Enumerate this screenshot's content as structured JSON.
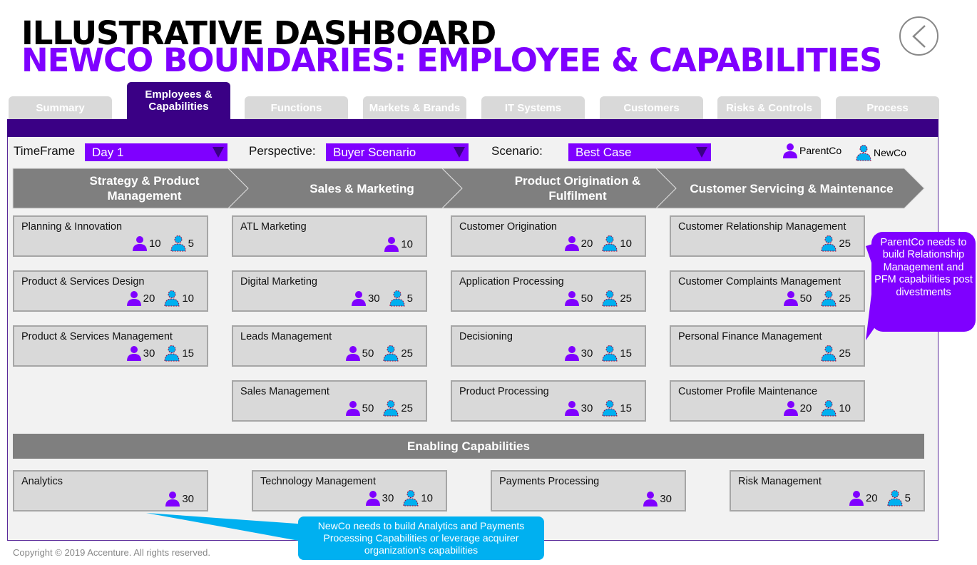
{
  "header": {
    "title": "ILLUSTRATIVE DASHBOARD",
    "subtitle": "NEWCO BOUNDARIES: EMPLOYEE & CAPABILITIES"
  },
  "tabs": [
    "Summary",
    "Employees & Capabilities",
    "Functions",
    "Markets & Brands",
    "IT Systems",
    "Customers",
    "Risks & Controls",
    "Process"
  ],
  "active_tab": 1,
  "filters": {
    "timeframe_label": "TimeFrame",
    "timeframe": "Day 1",
    "perspective_label": "Perspective:",
    "perspective": "Buyer Scenario",
    "scenario_label": "Scenario:",
    "scenario": "Best Case"
  },
  "legend": {
    "parent": "ParentCo",
    "newco": "NewCo"
  },
  "colors": {
    "parent": "#7f00ff",
    "newco": "#00b0f0",
    "tab_active": "#3a0085"
  },
  "stages": [
    "Strategy & Product Management",
    "Sales & Marketing",
    "Product Origination & Fulfilment",
    "Customer Servicing & Maintenance"
  ],
  "columns": [
    [
      {
        "name": "Planning & Innovation",
        "parent": "10",
        "newco": "5"
      },
      {
        "name": "Product & Services Design",
        "parent": "20",
        "newco": "10"
      },
      {
        "name": "Product & Services Management",
        "parent": "30",
        "newco": "15"
      }
    ],
    [
      {
        "name": "ATL Marketing",
        "parent": "10",
        "newco": null
      },
      {
        "name": "Digital Marketing",
        "parent": "30",
        "newco": "5"
      },
      {
        "name": "Leads Management",
        "parent": "50",
        "newco": "25"
      },
      {
        "name": "Sales Management",
        "parent": "50",
        "newco": "25"
      }
    ],
    [
      {
        "name": "Customer Origination",
        "parent": "20",
        "newco": "10"
      },
      {
        "name": "Application Processing",
        "parent": "50",
        "newco": "25"
      },
      {
        "name": "Decisioning",
        "parent": "30",
        "newco": "15"
      },
      {
        "name": "Product Processing",
        "parent": "30",
        "newco": "15"
      }
    ],
    [
      {
        "name": "Customer Relationship Management",
        "parent": null,
        "newco": "25"
      },
      {
        "name": "Customer Complaints Management",
        "parent": "50",
        "newco": "25"
      },
      {
        "name": "Personal Finance Management",
        "parent": null,
        "newco": "25"
      },
      {
        "name": "Customer Profile Maintenance",
        "parent": "20",
        "newco": "10"
      }
    ]
  ],
  "enabling": {
    "title": "Enabling Capabilities",
    "items": [
      {
        "name": "Analytics",
        "parent": "30",
        "newco": null
      },
      {
        "name": "Technology Management",
        "parent": "30",
        "newco": "10"
      },
      {
        "name": "Payments Processing",
        "parent": "30",
        "newco": null
      },
      {
        "name": "Risk Management",
        "parent": "20",
        "newco": "5"
      }
    ]
  },
  "callouts": {
    "newco": "NewCo needs to build Analytics and Payments Processing Capabilities or leverage acquirer organization’s capabilities",
    "parentco": "ParentCo needs to build Relationship Management and PFM capabilities post divestments"
  },
  "footer": {
    "copyright": "Copyright © 2019 Accenture. All rights reserved."
  }
}
